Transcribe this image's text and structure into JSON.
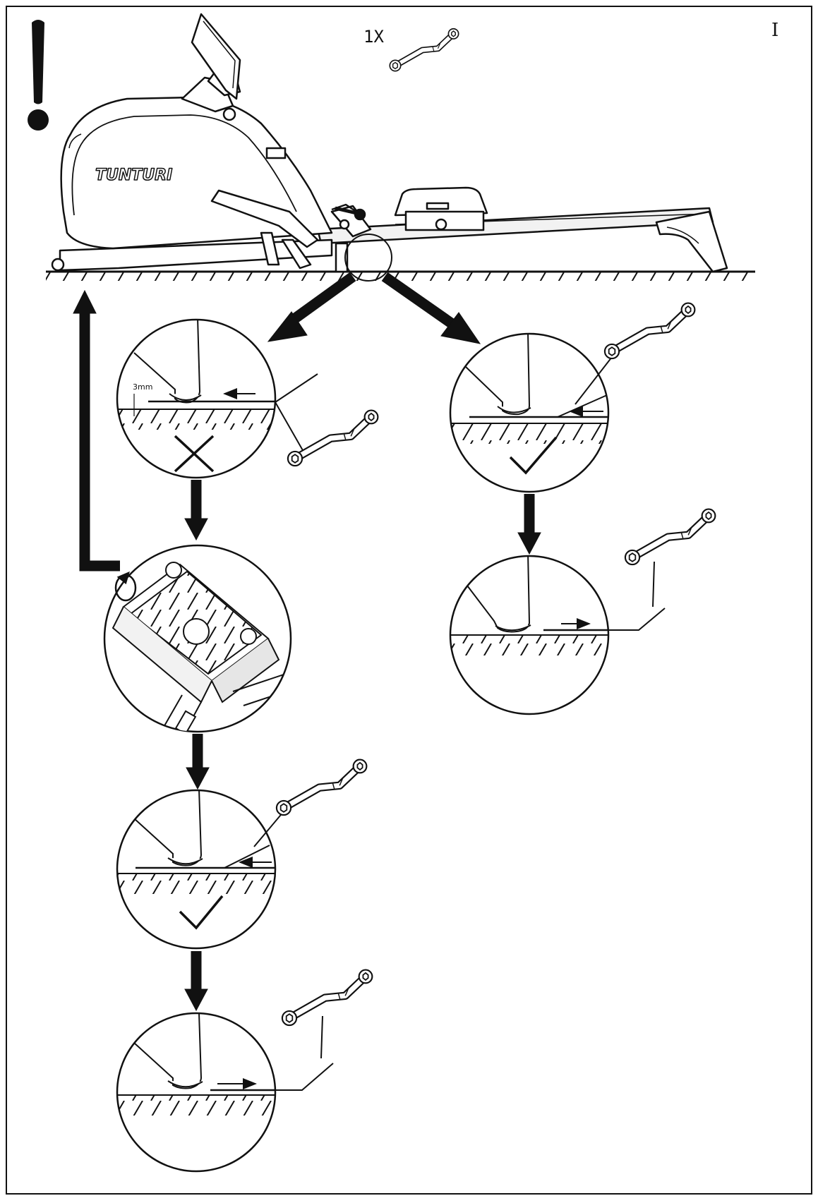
{
  "page": {
    "step_label": "I",
    "quantity_label": "1X",
    "brand_text": "TUNTURI",
    "caution_icon": "exclamation-icon",
    "measure_label": "3mm"
  },
  "steps": [
    {
      "id": "check-gap",
      "result": "incorrect",
      "mark": "cross-icon"
    },
    {
      "id": "adjust-foot",
      "result": "action",
      "mark": "rotate-icon"
    },
    {
      "id": "recheck-gap",
      "result": "correct",
      "mark": "check-icon"
    },
    {
      "id": "remove-tool",
      "result": "done",
      "mark": "arrow-right-icon"
    },
    {
      "id": "check-gap-ok",
      "result": "correct",
      "mark": "check-icon"
    },
    {
      "id": "remove-tool-ok",
      "result": "done",
      "mark": "arrow-right-icon"
    }
  ],
  "colors": {
    "ink": "#111111",
    "paper": "#ffffff",
    "shade": "#e6e6e6"
  }
}
